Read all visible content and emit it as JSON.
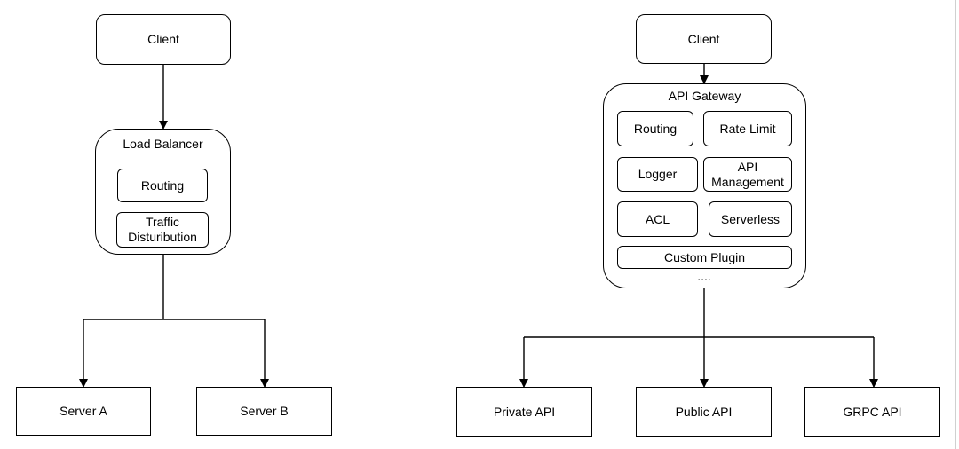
{
  "left_diagram": {
    "client": "Client",
    "load_balancer": {
      "title": "Load Balancer",
      "routing": "Routing",
      "traffic_line1": "Traffic",
      "traffic_line2": "Disturibution"
    },
    "server_a": "Server A",
    "server_b": "Server B"
  },
  "right_diagram": {
    "client": "Client",
    "gateway": {
      "title": "API Gateway",
      "routing": "Routing",
      "rate_limit": "Rate Limit",
      "logger": "Logger",
      "api_mgmt_line1": "API",
      "api_mgmt_line2": "Management",
      "acl": "ACL",
      "serverless": "Serverless",
      "custom_plugin": "Custom Plugin",
      "more": "...."
    },
    "private_api": "Private API",
    "public_api": "Public API",
    "grpc_api": "GRPC API"
  }
}
